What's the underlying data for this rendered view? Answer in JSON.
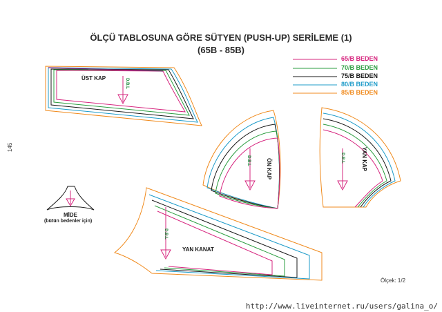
{
  "header": {
    "title_line1": "ÖLÇÜ TABLOSUNA GÖRE SÜTYEN (PUSH-UP) SERİLEME (1)",
    "title_line2": "(65B - 85B)"
  },
  "legend": [
    {
      "label": "65/B BEDEN",
      "color": "#d6247e"
    },
    {
      "label": "70/B BEDEN",
      "color": "#2a9d3f"
    },
    {
      "label": "75/B BEDEN",
      "color": "#1a1a1a"
    },
    {
      "label": "80/B BEDEN",
      "color": "#1d9bc9"
    },
    {
      "label": "85/B BEDEN",
      "color": "#f08a1c"
    }
  ],
  "pieces": {
    "ust_kap": "ÜST KAP",
    "on_kap": "ÖN KAP",
    "yan_kap": "YAN KAP",
    "yan_kanat": "YAN KANAT",
    "mide": "MİDE",
    "mide_note": "(bütün bedenler için)",
    "grain": "D.B.L"
  },
  "page_number": "145",
  "scale": "Ölçek: 1/2",
  "watermark": "http://www.liveinternet.ru/users/galina_o/"
}
